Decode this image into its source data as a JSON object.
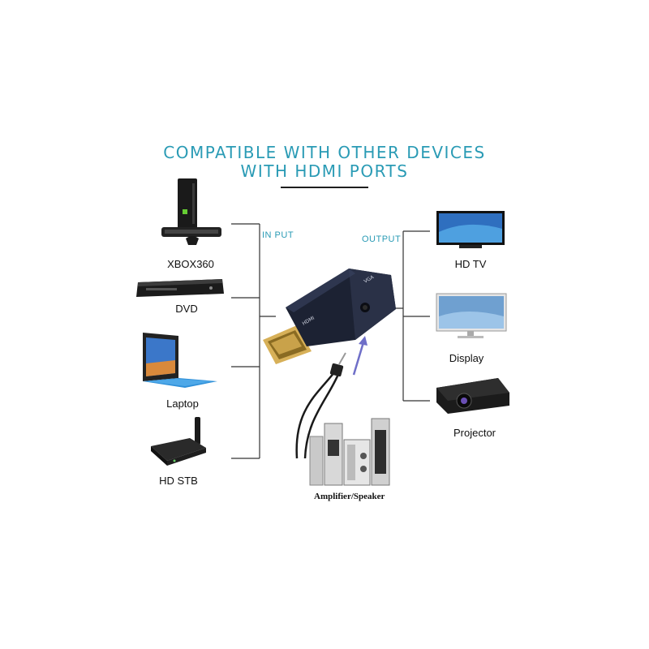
{
  "title": {
    "line1": "COMPATIBLE WITH OTHER DEVICES",
    "line2": "WITH HDMI PORTS"
  },
  "input_label": "IN PUT",
  "output_label": "OUTPUT",
  "inputs": [
    {
      "label": "XBOX360",
      "icon": "game-console-icon"
    },
    {
      "label": "DVD",
      "icon": "dvd-player-icon"
    },
    {
      "label": "Laptop",
      "icon": "laptop-icon"
    },
    {
      "label": "HD STB",
      "icon": "set-top-box-icon"
    }
  ],
  "outputs": [
    {
      "label": "HD TV",
      "icon": "tv-icon"
    },
    {
      "label": "Display",
      "icon": "monitor-icon"
    },
    {
      "label": "Projector",
      "icon": "projector-icon"
    }
  ],
  "adapter_text": {
    "hdmi": "HDMI",
    "vga": "VGA"
  },
  "audio_device_label": "Amplifier/Speaker",
  "colors": {
    "title": "#2a9bb5",
    "adapter_body": "#1c2233",
    "connector_gold": "#c9a24a",
    "audio_arrow": "#6f6fc8"
  }
}
